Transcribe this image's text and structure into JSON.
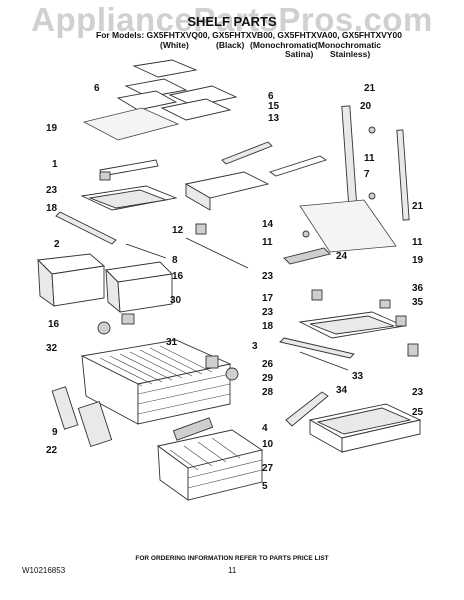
{
  "watermark": "AppliancePartsPros.com",
  "title": "SHELF PARTS",
  "models_line": "For Models: GX5FHTXVQ00, GX5FHTXVB00, GX5FHTXVA00, GX5FHTXVY00",
  "variants": [
    "(White)",
    "(Black)",
    "(Monochromatic",
    "(Monochromatic",
    "Satina)",
    "Stainless)"
  ],
  "callouts": [
    "6",
    "6",
    "15",
    "13",
    "19",
    "1",
    "23",
    "18",
    "2",
    "16",
    "16",
    "32",
    "30",
    "31",
    "3",
    "9",
    "22",
    "4",
    "10",
    "27",
    "5",
    "14",
    "8",
    "12",
    "11",
    "23",
    "17",
    "24",
    "21",
    "20",
    "11",
    "7",
    "21",
    "11",
    "19",
    "36",
    "35",
    "23",
    "18",
    "26",
    "33",
    "29",
    "28",
    "34",
    "25",
    "23"
  ],
  "footer_note": "FOR ORDERING INFORMATION REFER TO PARTS PRICE LIST",
  "doc_number": "W10216853",
  "page_number": "11"
}
